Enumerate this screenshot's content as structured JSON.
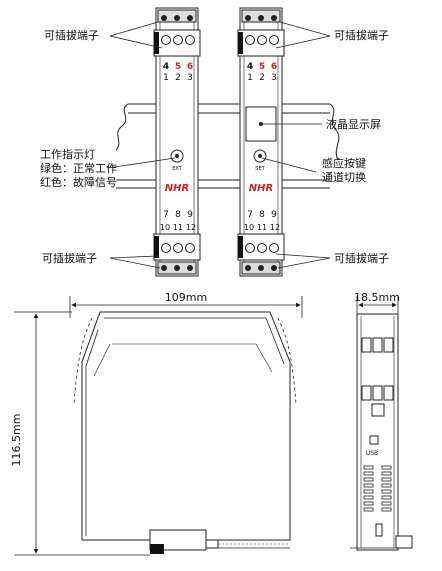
{
  "callouts": {
    "top_left_terminal": "可插拔端子",
    "top_right_terminal": "可插拔端子",
    "bottom_left_terminal": "可插拔端子",
    "bottom_right_terminal": "可插拔端子",
    "lcd": "液晶显示屏",
    "button_line1": "感应按键",
    "button_line2": "通道切换",
    "led_line1": "工作指示灯",
    "led_line2": "绿色：正常工作",
    "led_line3": "红色：故障信号"
  },
  "module_left": {
    "top_row_a": [
      "4",
      "5",
      "6"
    ],
    "top_row_b": [
      "1",
      "2",
      "3"
    ],
    "bottom_row_a": [
      "7",
      "8",
      "9"
    ],
    "bottom_row_b": [
      "10",
      "11",
      "12"
    ],
    "indicator_label": "EXT",
    "logo": "NHR"
  },
  "module_right": {
    "top_row_a": [
      "4",
      "5",
      "6"
    ],
    "top_row_b": [
      "1",
      "2",
      "3"
    ],
    "bottom_row_a": [
      "7",
      "8",
      "9"
    ],
    "bottom_row_b": [
      "10",
      "11",
      "12"
    ],
    "button_label": "SET",
    "logo": "NHR"
  },
  "dimensions": {
    "width": "109mm",
    "height": "116.5mm",
    "side_width": "18.5mm",
    "usb": "USB"
  },
  "colors": {
    "highlight_terminal": "#d42020",
    "logo_red": "#d42020",
    "outline": "#222222"
  }
}
